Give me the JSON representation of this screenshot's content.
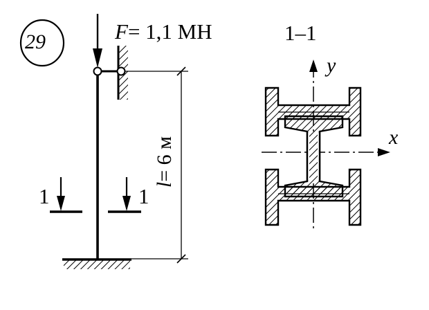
{
  "problem": {
    "number": "29"
  },
  "load": {
    "symbol": "F",
    "value": "= 1,1 MН"
  },
  "column": {
    "length_symbol": "l",
    "length_value": "= 6 м"
  },
  "section": {
    "title": "1–1",
    "cut_left": "1",
    "cut_right": "1"
  },
  "axes": {
    "x": "x",
    "y": "y"
  },
  "icons": {
    "force": "force-arrow-icon",
    "hinge": "pin-hinge-icon",
    "support": "fixed-support-hatch-icon"
  },
  "colors": {
    "ink": "#000000",
    "paper": "#ffffff"
  }
}
